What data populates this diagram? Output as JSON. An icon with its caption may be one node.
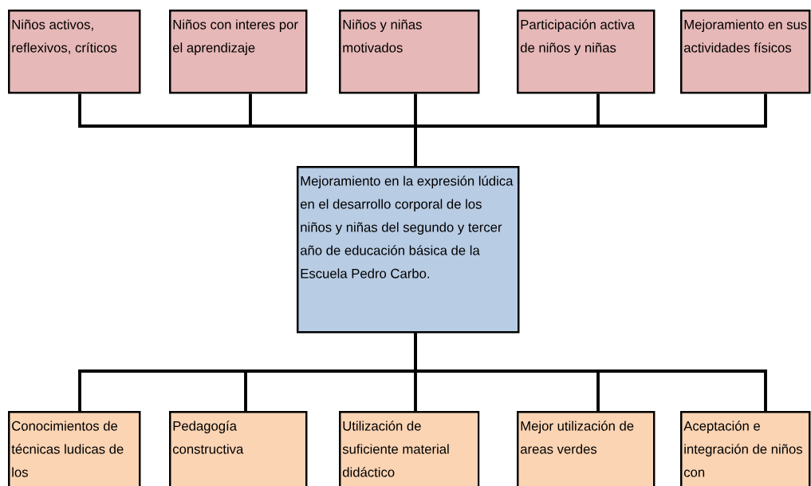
{
  "diagram": {
    "nodes": [
      {
        "text": [
          "Mejoramiento en la expresión lúdica en el desarrollo corporal de los niños y niñas del segundo y tercer año de educación básica de la Escuela Pedro Carbo."
        ]
      },
      {
        "text": [
          "Niños activos, reflexivos, críticos"
        ]
      },
      {
        "text": [
          "Niños con interes por el aprendizaje"
        ]
      },
      {
        "text": [
          "Niños y niñas motivados"
        ]
      },
      {
        "text": [
          "Participación activa de niños y niñas"
        ]
      },
      {
        "text": [
          "Mejoramiento en sus actividades físicos"
        ]
      },
      {
        "text": [
          "Conocimientos de técnicas ludicas de los"
        ]
      },
      {
        "text": [
          "Pedagogía constructiva"
        ]
      },
      {
        "text": [
          "Utilización de suficiente material didáctico"
        ]
      },
      {
        "text": [
          "Mejor utilización de areas verdes"
        ]
      },
      {
        "text": [
          "Aceptación e integración de niños con"
        ]
      }
    ],
    "edges": [
      {
        "from": 0,
        "to": 1,
        "arrow": "none"
      },
      {
        "from": 0,
        "to": 2,
        "arrow": "none"
      },
      {
        "from": 0,
        "to": 3,
        "arrow": "none"
      },
      {
        "from": 0,
        "to": 4,
        "arrow": "none"
      },
      {
        "from": 0,
        "to": 5,
        "arrow": "none"
      },
      {
        "from": 0,
        "to": 6,
        "arrow": "none"
      },
      {
        "from": 0,
        "to": 7,
        "arrow": "none"
      },
      {
        "from": 0,
        "to": 8,
        "arrow": "none"
      },
      {
        "from": 0,
        "to": 9,
        "arrow": "none"
      },
      {
        "from": 0,
        "to": 10,
        "arrow": "none"
      }
    ]
  }
}
